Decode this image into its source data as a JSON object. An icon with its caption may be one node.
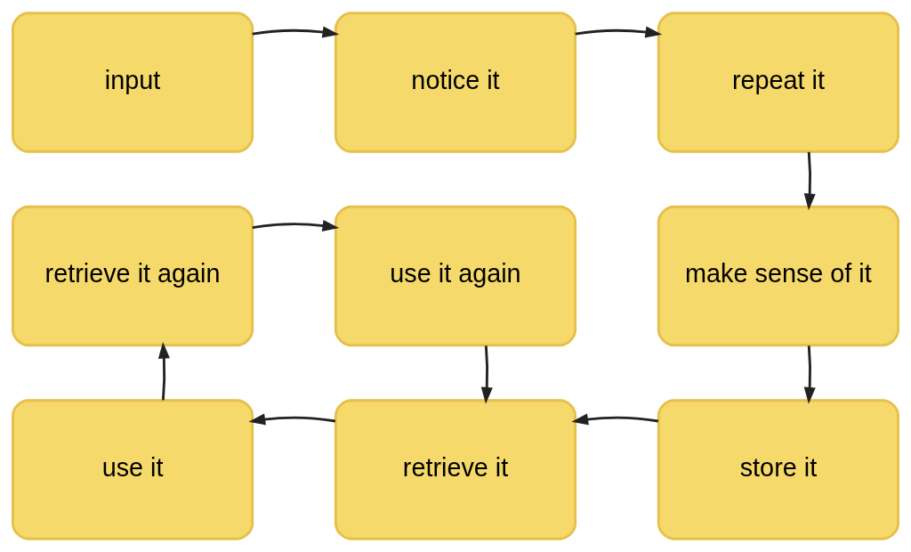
{
  "diagram": {
    "nodes": [
      {
        "text": [
          "input"
        ]
      },
      {
        "text": [
          "notice it"
        ]
      },
      {
        "text": [
          "repeat it"
        ]
      },
      {
        "text": [
          "retrieve it again"
        ]
      },
      {
        "text": [
          "use it again"
        ]
      },
      {
        "text": [
          "make sense of it"
        ]
      },
      {
        "text": [
          "use it"
        ]
      },
      {
        "text": [
          "retrieve it"
        ]
      },
      {
        "text": [
          "store it"
        ]
      }
    ],
    "edges": [
      {
        "from": 0,
        "to": 1,
        "arrow": "to"
      },
      {
        "from": 1,
        "to": 2,
        "arrow": "to"
      },
      {
        "from": 2,
        "to": 5,
        "arrow": "to"
      },
      {
        "from": 5,
        "to": 8,
        "arrow": "to"
      },
      {
        "from": 8,
        "to": 7,
        "arrow": "to"
      },
      {
        "from": 7,
        "to": 6,
        "arrow": "to"
      },
      {
        "from": 6,
        "to": 3,
        "arrow": "to"
      },
      {
        "from": 3,
        "to": 4,
        "arrow": "to"
      },
      {
        "from": 4,
        "to": 7,
        "arrow": "to"
      }
    ]
  }
}
